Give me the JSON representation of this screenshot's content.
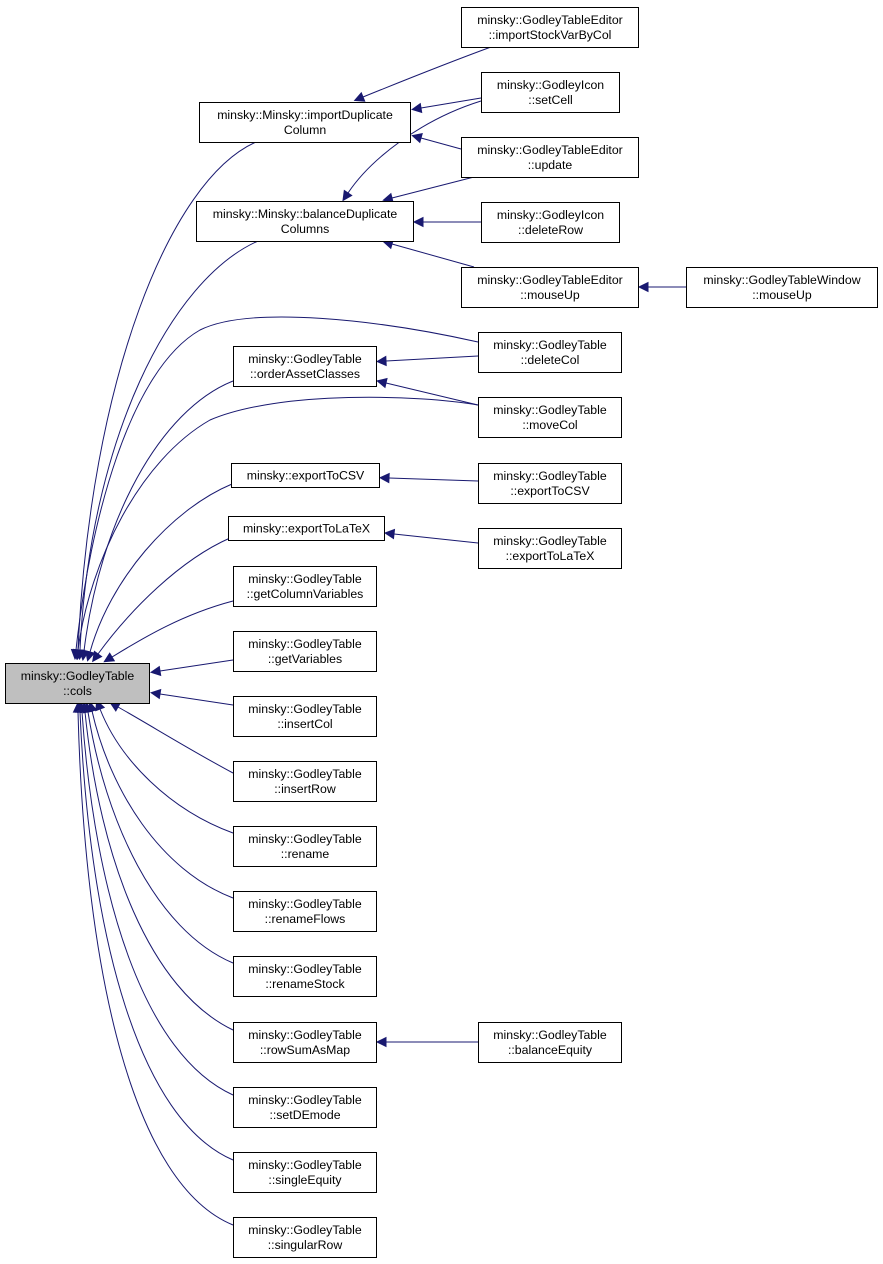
{
  "graph": {
    "root": "cols",
    "nodes": [
      {
        "id": "cols",
        "lines": [
          "minsky::GodleyTable",
          "::cols"
        ],
        "root": true
      },
      {
        "id": "importDuplicateColumn",
        "lines": [
          "minsky::Minsky::importDuplicate",
          "Column"
        ]
      },
      {
        "id": "balanceDuplicateColumns",
        "lines": [
          "minsky::Minsky::balanceDuplicate",
          "Columns"
        ]
      },
      {
        "id": "orderAssetClasses",
        "lines": [
          "minsky::GodleyTable",
          "::orderAssetClasses"
        ]
      },
      {
        "id": "exportToCSV",
        "lines": [
          "minsky::exportToCSV"
        ]
      },
      {
        "id": "exportToLaTeX",
        "lines": [
          "minsky::exportToLaTeX"
        ]
      },
      {
        "id": "getColumnVariables",
        "lines": [
          "minsky::GodleyTable",
          "::getColumnVariables"
        ]
      },
      {
        "id": "getVariables",
        "lines": [
          "minsky::GodleyTable",
          "::getVariables"
        ]
      },
      {
        "id": "insertCol",
        "lines": [
          "minsky::GodleyTable",
          "::insertCol"
        ]
      },
      {
        "id": "insertRow",
        "lines": [
          "minsky::GodleyTable",
          "::insertRow"
        ]
      },
      {
        "id": "rename",
        "lines": [
          "minsky::GodleyTable",
          "::rename"
        ]
      },
      {
        "id": "renameFlows",
        "lines": [
          "minsky::GodleyTable",
          "::renameFlows"
        ]
      },
      {
        "id": "renameStock",
        "lines": [
          "minsky::GodleyTable",
          "::renameStock"
        ]
      },
      {
        "id": "rowSumAsMap",
        "lines": [
          "minsky::GodleyTable",
          "::rowSumAsMap"
        ]
      },
      {
        "id": "setDEmode",
        "lines": [
          "minsky::GodleyTable",
          "::setDEmode"
        ]
      },
      {
        "id": "singleEquity",
        "lines": [
          "minsky::GodleyTable",
          "::singleEquity"
        ]
      },
      {
        "id": "singularRow",
        "lines": [
          "minsky::GodleyTable",
          "::singularRow"
        ]
      },
      {
        "id": "gteImportStockVarByCol",
        "lines": [
          "minsky::GodleyTableEditor",
          "::importStockVarByCol"
        ]
      },
      {
        "id": "giSetCell",
        "lines": [
          "minsky::GodleyIcon",
          "::setCell"
        ]
      },
      {
        "id": "gteUpdate",
        "lines": [
          "minsky::GodleyTableEditor",
          "::update"
        ]
      },
      {
        "id": "giDeleteRow",
        "lines": [
          "minsky::GodleyIcon",
          "::deleteRow"
        ]
      },
      {
        "id": "gteMouseUp",
        "lines": [
          "minsky::GodleyTableEditor",
          "::mouseUp"
        ]
      },
      {
        "id": "gtwMouseUp",
        "lines": [
          "minsky::GodleyTableWindow",
          "::mouseUp"
        ]
      },
      {
        "id": "gtDeleteCol",
        "lines": [
          "minsky::GodleyTable",
          "::deleteCol"
        ]
      },
      {
        "id": "gtMoveCol",
        "lines": [
          "minsky::GodleyTable",
          "::moveCol"
        ]
      },
      {
        "id": "gtExportToCSV",
        "lines": [
          "minsky::GodleyTable",
          "::exportToCSV"
        ]
      },
      {
        "id": "gtExportToLaTeX",
        "lines": [
          "minsky::GodleyTable",
          "::exportToLaTeX"
        ]
      },
      {
        "id": "gtBalanceEquity",
        "lines": [
          "minsky::GodleyTable",
          "::balanceEquity"
        ]
      }
    ],
    "edges": [
      {
        "from": "importDuplicateColumn",
        "to": "cols"
      },
      {
        "from": "balanceDuplicateColumns",
        "to": "cols"
      },
      {
        "from": "orderAssetClasses",
        "to": "cols"
      },
      {
        "from": "exportToCSV",
        "to": "cols"
      },
      {
        "from": "exportToLaTeX",
        "to": "cols"
      },
      {
        "from": "getColumnVariables",
        "to": "cols"
      },
      {
        "from": "getVariables",
        "to": "cols"
      },
      {
        "from": "insertCol",
        "to": "cols"
      },
      {
        "from": "insertRow",
        "to": "cols"
      },
      {
        "from": "rename",
        "to": "cols"
      },
      {
        "from": "renameFlows",
        "to": "cols"
      },
      {
        "from": "renameStock",
        "to": "cols"
      },
      {
        "from": "rowSumAsMap",
        "to": "cols"
      },
      {
        "from": "setDEmode",
        "to": "cols"
      },
      {
        "from": "singleEquity",
        "to": "cols"
      },
      {
        "from": "singularRow",
        "to": "cols"
      },
      {
        "from": "gtDeleteCol",
        "to": "cols"
      },
      {
        "from": "gtMoveCol",
        "to": "cols"
      },
      {
        "from": "gteImportStockVarByCol",
        "to": "importDuplicateColumn"
      },
      {
        "from": "giSetCell",
        "to": "importDuplicateColumn"
      },
      {
        "from": "gteUpdate",
        "to": "importDuplicateColumn"
      },
      {
        "from": "giSetCell",
        "to": "balanceDuplicateColumns"
      },
      {
        "from": "gteUpdate",
        "to": "balanceDuplicateColumns"
      },
      {
        "from": "giDeleteRow",
        "to": "balanceDuplicateColumns"
      },
      {
        "from": "gteMouseUp",
        "to": "balanceDuplicateColumns"
      },
      {
        "from": "gtwMouseUp",
        "to": "gteMouseUp"
      },
      {
        "from": "gtDeleteCol",
        "to": "orderAssetClasses"
      },
      {
        "from": "gtMoveCol",
        "to": "orderAssetClasses"
      },
      {
        "from": "gtExportToCSV",
        "to": "exportToCSV"
      },
      {
        "from": "gtExportToLaTeX",
        "to": "exportToLaTeX"
      },
      {
        "from": "gtBalanceEquity",
        "to": "rowSumAsMap"
      }
    ]
  }
}
